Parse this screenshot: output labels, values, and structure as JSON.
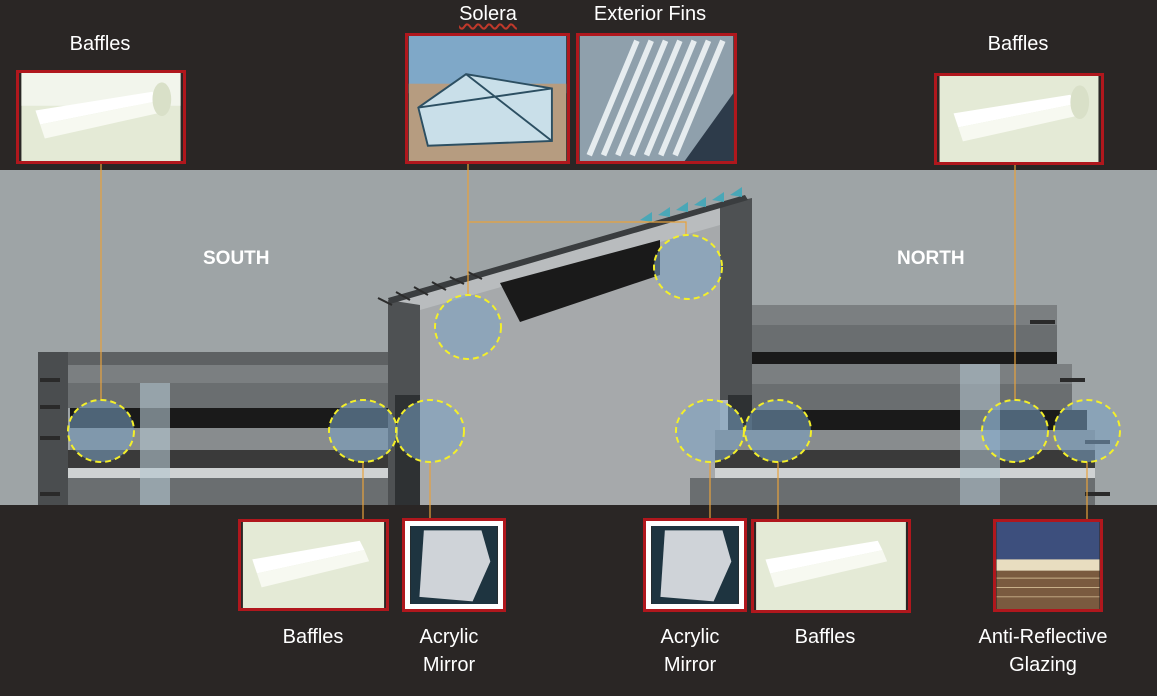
{
  "top_labels": {
    "baffles_left": "Baffles",
    "solera": "Solera",
    "exterior_fins": "Exterior Fins",
    "baffles_right": "Baffles"
  },
  "directions": {
    "south": "SOUTH",
    "north": "NORTH"
  },
  "bottom_labels": {
    "baffles_1": "Baffles",
    "acrylic_1_line1": "Acrylic",
    "acrylic_1_line2": "Mirror",
    "acrylic_2_line1": "Acrylic",
    "acrylic_2_line2": "Mirror",
    "baffles_2": "Baffles",
    "antireflective_line1": "Anti-Reflective",
    "antireflective_line2": "Glazing"
  },
  "colors": {
    "background": "#2a2625",
    "section_band": "#9ea4a6",
    "thumbnail_border": "#b0171d",
    "callout_circle": "#f3ef2a",
    "leader_line": "#e8a23c"
  }
}
